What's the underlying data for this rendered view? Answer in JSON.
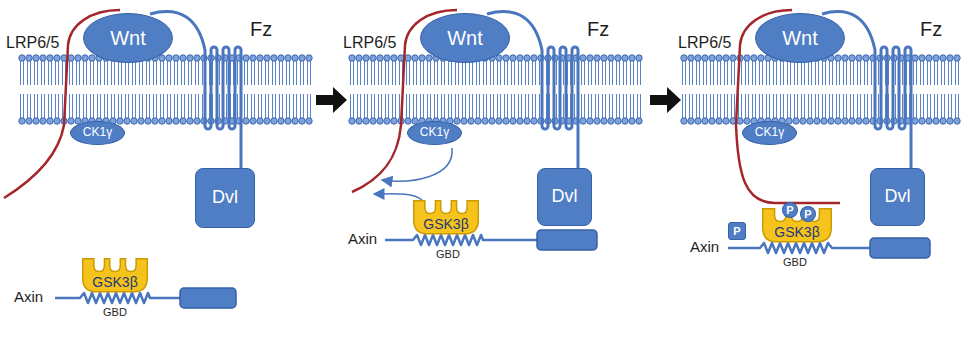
{
  "diagram": {
    "nodes": [
      {
        "text": [
          "Wnt"
        ]
      },
      {
        "text": [
          "CK1γ"
        ]
      },
      {
        "text": [
          "Dvl"
        ]
      },
      {
        "text": [
          "GSK3β"
        ]
      },
      {
        "text": [
          "Wnt"
        ]
      },
      {
        "text": [
          "CK1γ"
        ]
      },
      {
        "text": [
          "Dvl"
        ]
      },
      {
        "text": [
          "GSK3β"
        ]
      },
      {
        "text": [
          "Wnt"
        ]
      },
      {
        "text": [
          "CK1γ"
        ]
      },
      {
        "text": [
          "Dvl"
        ]
      },
      {
        "text": [
          "P"
        ]
      },
      {
        "text": [
          "GSK3β"
        ]
      },
      {
        "text": [
          "P"
        ]
      },
      {
        "text": [
          "P"
        ]
      }
    ],
    "labels": [
      "LRP6/5",
      "Fz",
      "Axin",
      "GBD",
      "LRP6/5",
      "Fz",
      "Axin",
      "GBD",
      "LRP6/5",
      "Fz",
      "Axin",
      "GBD"
    ]
  }
}
